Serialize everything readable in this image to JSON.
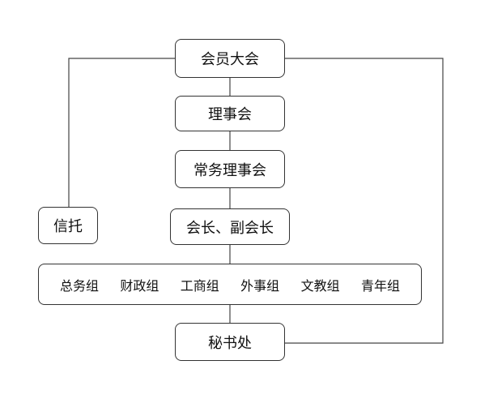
{
  "diagram": {
    "line_color": "#444444",
    "border_color": "#333333",
    "nodes": {
      "general_assembly": "会员大会",
      "council": "理事会",
      "standing_council": "常务理事会",
      "president": "会长、副会长",
      "trust": "信托",
      "secretariat": "秘书处"
    },
    "groups": [
      "总务组",
      "财政组",
      "工商组",
      "外事组",
      "文教组",
      "青年组"
    ]
  }
}
